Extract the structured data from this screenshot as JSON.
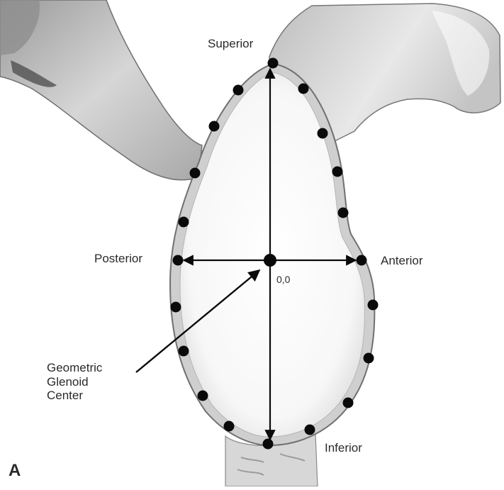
{
  "figure": {
    "panel_letter": "A",
    "labels": {
      "superior": "Superior",
      "inferior": "Inferior",
      "posterior": "Posterior",
      "anterior": "Anterior",
      "origin": "0,0",
      "center_line1": "Geometric",
      "center_line2": "Glenoid",
      "center_line3": "Center"
    }
  },
  "colors": {
    "background": "#ffffff",
    "bone_light": "#f2f2f2",
    "bone_mid": "#c9c9c9",
    "bone_dark": "#7a7a7a",
    "marker": "#0a0a0a",
    "text": "#2a2a2a"
  }
}
